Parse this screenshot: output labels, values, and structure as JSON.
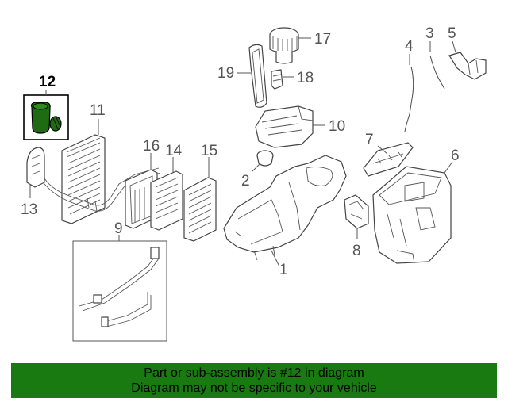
{
  "diagram": {
    "callouts": [
      {
        "id": "c1",
        "text": "1"
      },
      {
        "id": "c2",
        "text": "2"
      },
      {
        "id": "c3",
        "text": "3"
      },
      {
        "id": "c4",
        "text": "4"
      },
      {
        "id": "c5",
        "text": "5"
      },
      {
        "id": "c6",
        "text": "6"
      },
      {
        "id": "c7",
        "text": "7"
      },
      {
        "id": "c8",
        "text": "8"
      },
      {
        "id": "c9",
        "text": "9"
      },
      {
        "id": "c10",
        "text": "10"
      },
      {
        "id": "c11",
        "text": "11"
      },
      {
        "id": "c12",
        "text": "12"
      },
      {
        "id": "c13",
        "text": "13"
      },
      {
        "id": "c14",
        "text": "14"
      },
      {
        "id": "c15",
        "text": "15"
      },
      {
        "id": "c16",
        "text": "16"
      },
      {
        "id": "c17",
        "text": "17"
      },
      {
        "id": "c18",
        "text": "18"
      },
      {
        "id": "c19",
        "text": "19"
      }
    ],
    "highlighted_part": "12",
    "highlight_color": "#1f6b14"
  },
  "banner": {
    "line1": "Part or sub-assembly is #12 in diagram",
    "line2": "Diagram may not be specific to your vehicle",
    "background": "#1a7a12"
  }
}
